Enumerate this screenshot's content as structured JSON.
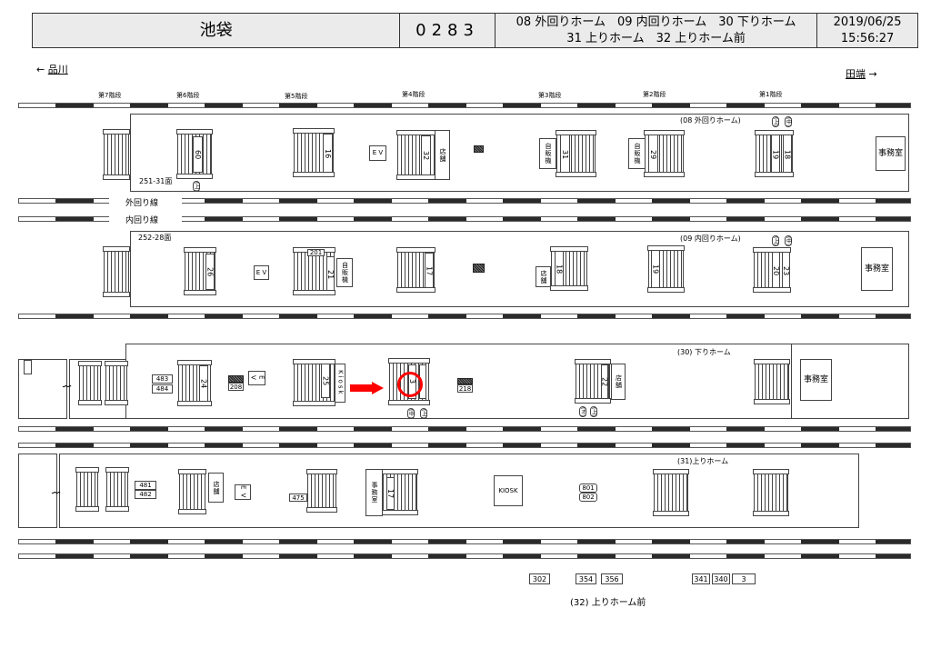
{
  "header": {
    "station": "池袋",
    "code": "0283",
    "lines_1": "08 外回りホーム　09 内回りホーム　30 下りホーム",
    "lines_2": "31 上りホーム　32 上りホーム前",
    "date": "2019/06/25",
    "time": "15:56:27"
  },
  "directions": {
    "left": "品川",
    "right": "田端"
  },
  "stair_numbers": [
    "第7階段",
    "第6階段",
    "第5階段",
    "第4階段",
    "第3階段",
    "第2階段",
    "第1階段"
  ],
  "tracks": {
    "outer": "外回り線",
    "inner": "内回り線"
  },
  "p08": {
    "title": "(08 外回りホーム)",
    "face": "251-31面",
    "s60": "60",
    "s16": "16",
    "s32": "32",
    "s31": "31",
    "s29": "29",
    "s19": "19",
    "s18": "18",
    "up": "(上)",
    "mid": "(中)",
    "ev": "E V",
    "shop": "店舗",
    "vend": "自販機",
    "office": "事務室"
  },
  "p09": {
    "title": "(09 内回りホーム)",
    "face": "252-28面",
    "s26": "26",
    "s201": "201",
    "s21": "21",
    "s17": "17",
    "s18": "18",
    "s19": "19",
    "s20": "20",
    "s23": "23",
    "up": "(上)",
    "mid": "(中)",
    "ev": "E V",
    "shop": "店舗",
    "vend": "自販機",
    "office": "事務室"
  },
  "p30": {
    "title": "(30) 下りホーム",
    "n483": "483",
    "n484": "484",
    "s24": "24",
    "n208": "208",
    "ev": "E V",
    "s25": "25",
    "kiosk": "Kiosk",
    "s3": "3",
    "mid": "(中)",
    "up": "(上)",
    "n218": "218",
    "s22": "22",
    "o": "(オ)",
    "shop": "店舗",
    "office": "事務室"
  },
  "p31": {
    "title": "(31)上りホーム",
    "n481": "481",
    "n482": "482",
    "shop": "店舗",
    "ev": "E V",
    "n475": "475",
    "office": "事務室",
    "s17": "17",
    "kiosk": "KIOSK",
    "n801": "801",
    "n802": "802"
  },
  "p32": {
    "title": "(32) 上りホーム前",
    "boxes": [
      "302",
      "354",
      "356",
      "341",
      "340",
      "3"
    ]
  },
  "highlight": {
    "color": "#ff0000"
  }
}
